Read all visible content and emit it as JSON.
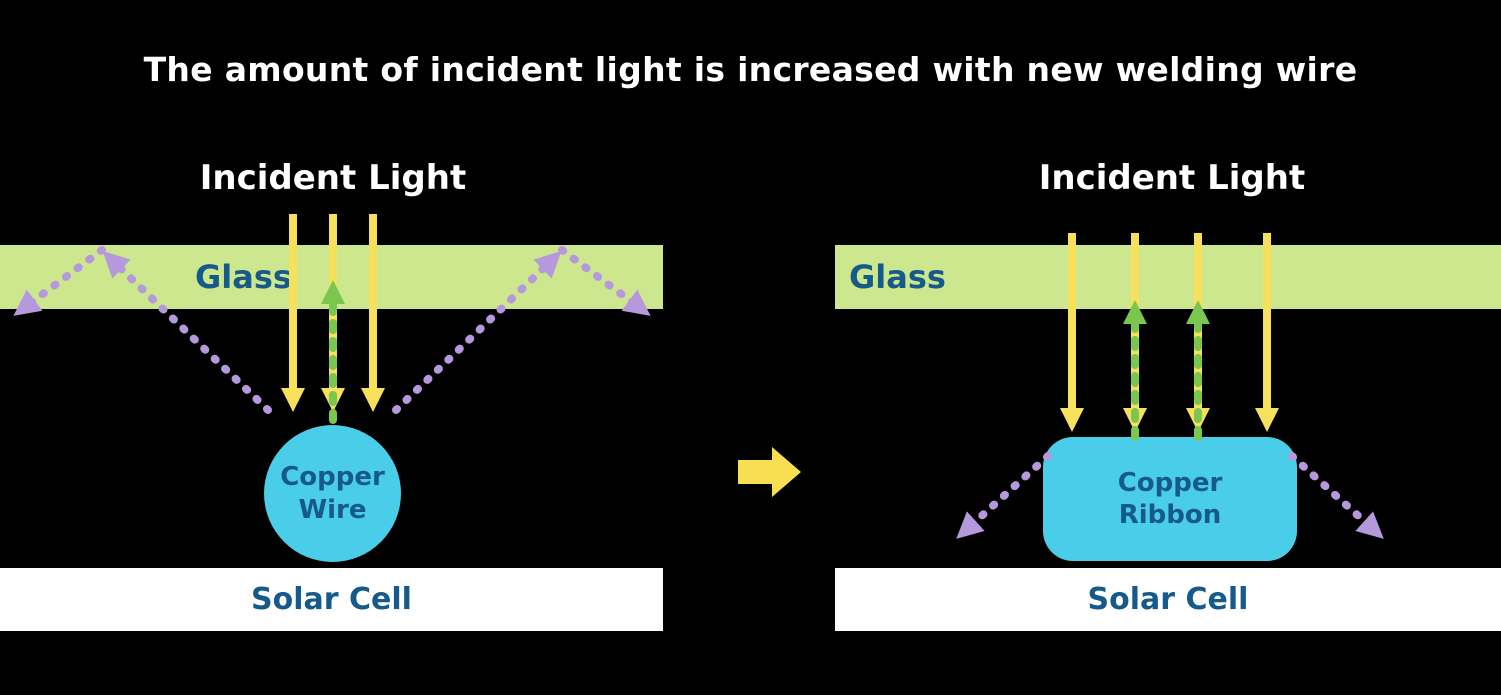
{
  "title": "The amount of incident light is increased with new welding wire",
  "left_panel": {
    "incident_light_label": "Incident Light",
    "glass_label": "Glass",
    "component_label": "Copper Wire",
    "solar_cell_label": "Solar Cell"
  },
  "right_panel": {
    "incident_light_label": "Incident Light",
    "glass_label": "Glass",
    "component_label": "Copper Ribbon",
    "solar_cell_label": "Solar Cell"
  },
  "colors": {
    "background": "#000000",
    "title_text": "#ffffff",
    "glass_fill": "#cde78f",
    "incident_arrow_yellow": "#f7e15c",
    "reflected_arrow_green": "#79c74e",
    "scattered_arrow_purple": "#b699dd",
    "component_fill": "#4acde8",
    "label_blue": "#155a8a",
    "solar_cell_fill": "#ffffff",
    "transition_arrow_yellow": "#f8df52"
  }
}
